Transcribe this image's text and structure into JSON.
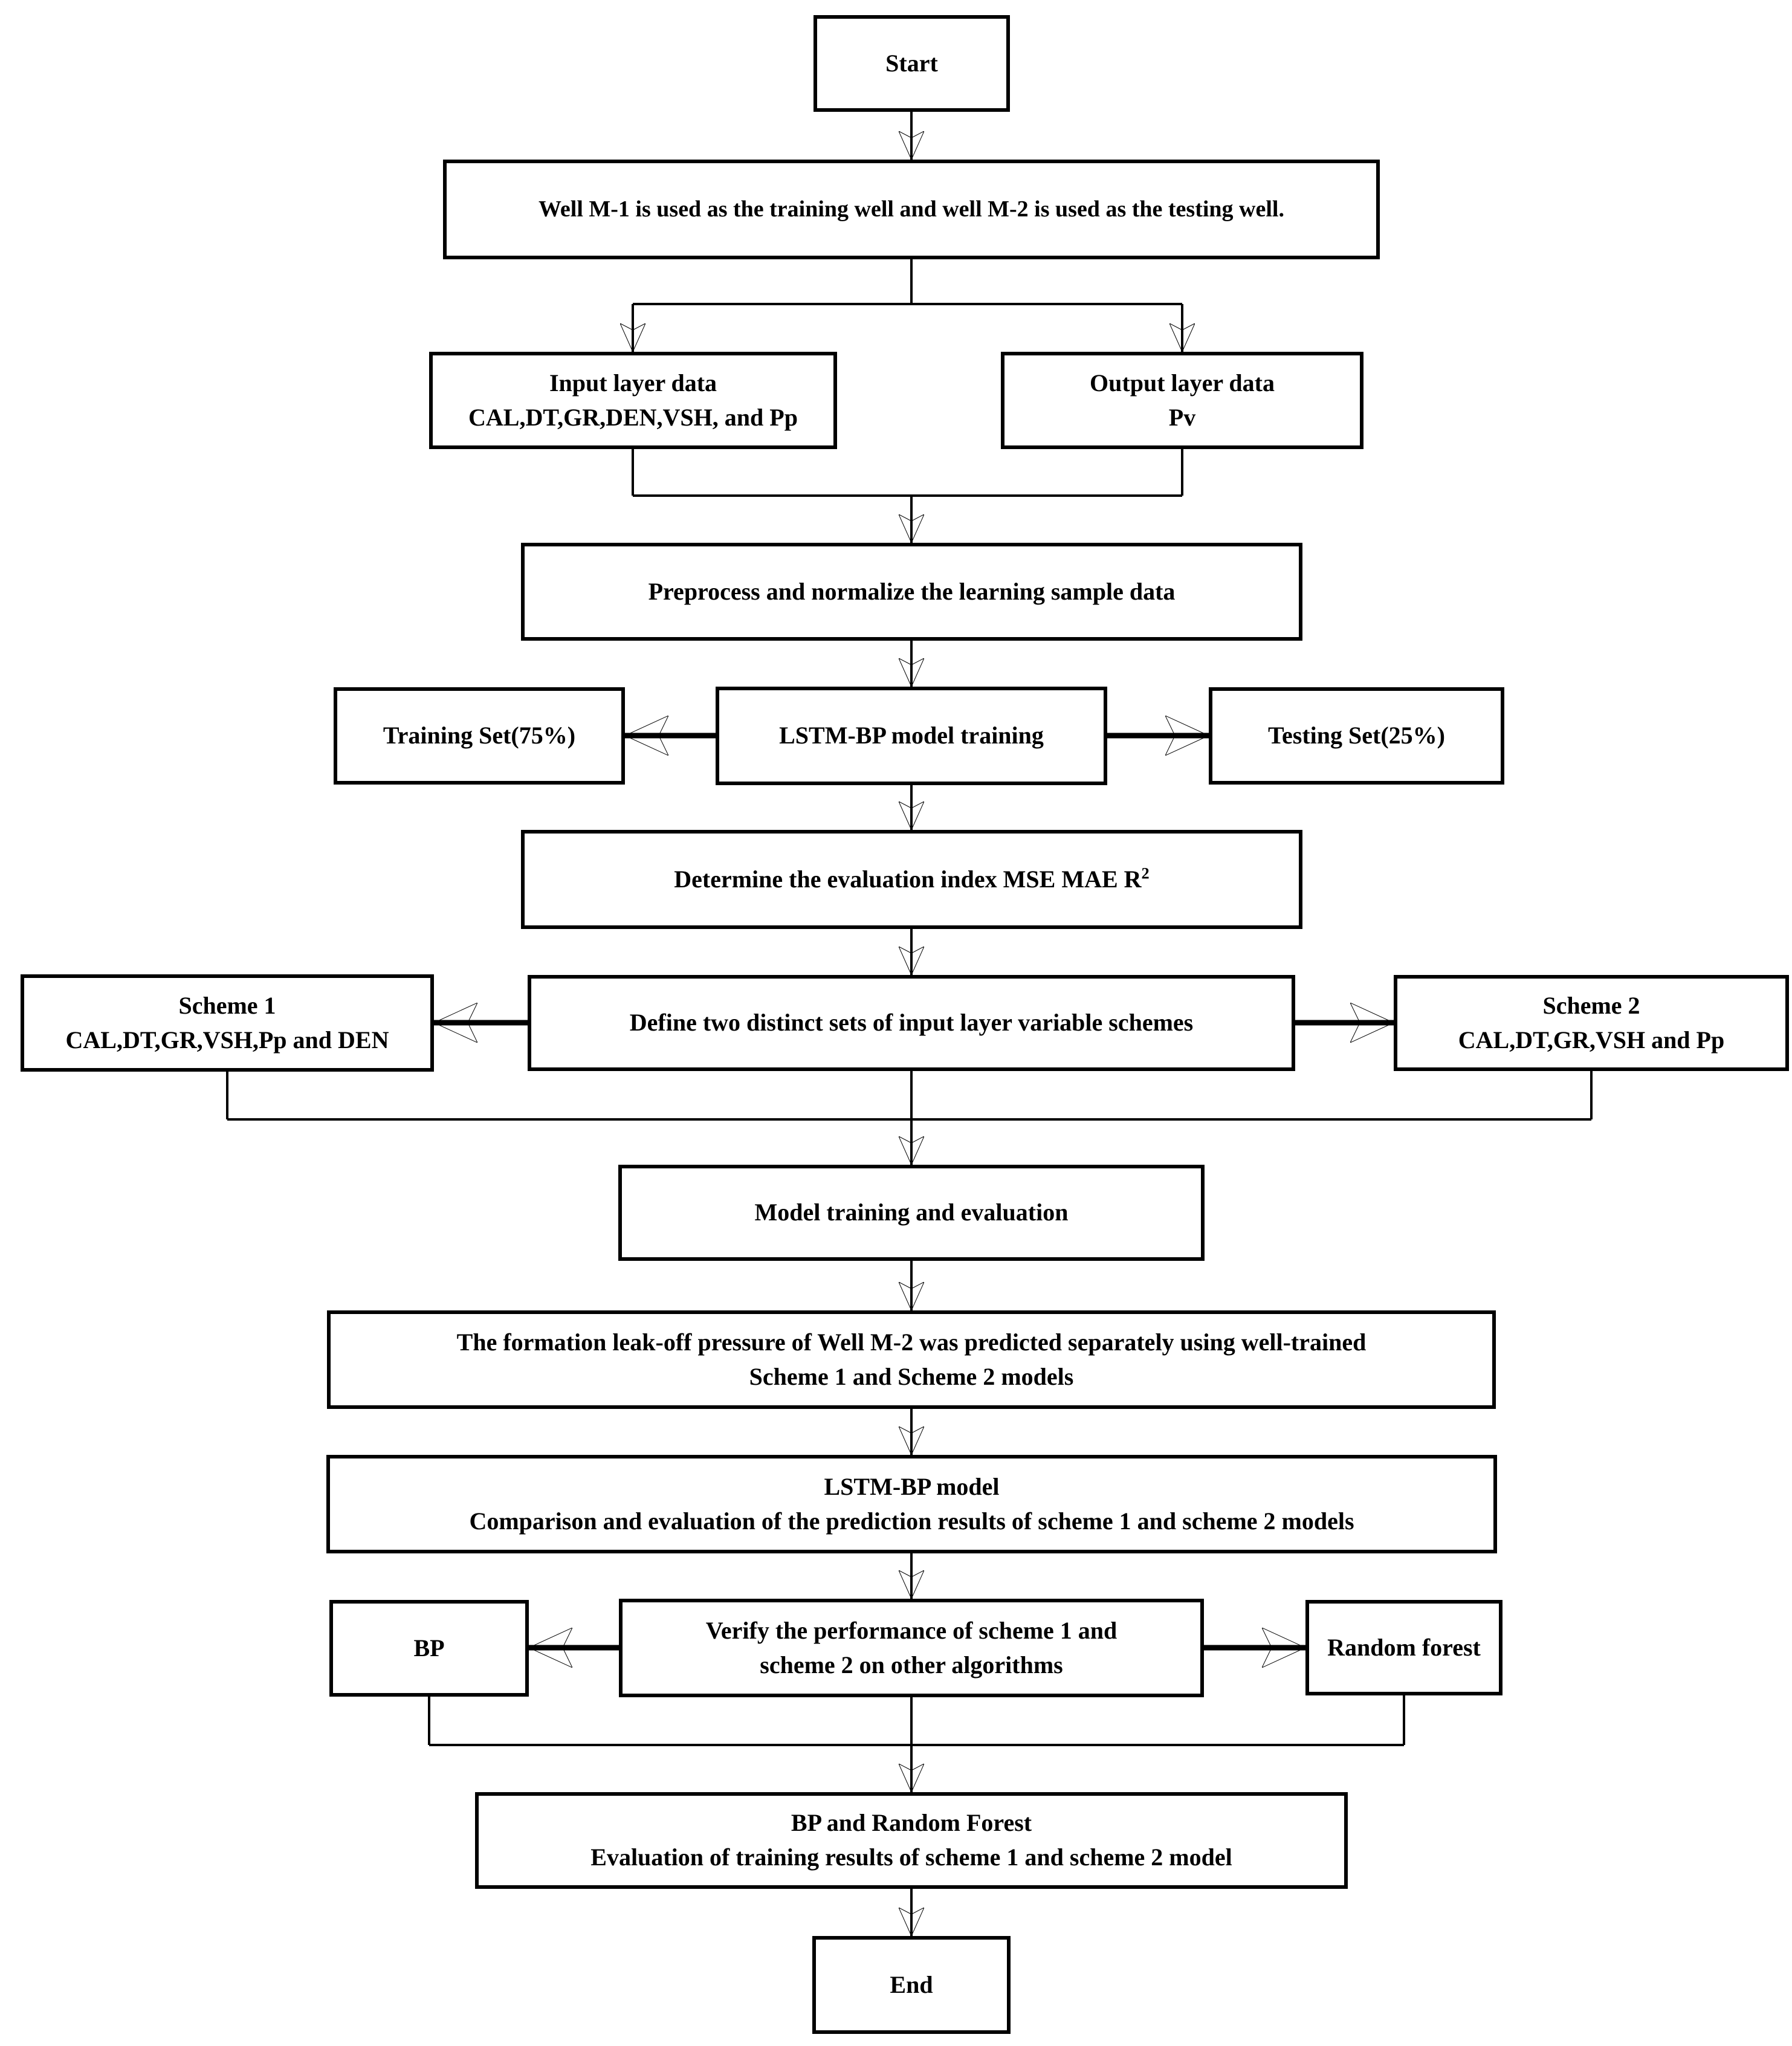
{
  "colors": {
    "line": "#000000",
    "background": "#ffffff",
    "text": "#000000"
  },
  "flowchart": {
    "nodes": {
      "start": {
        "label": "Start"
      },
      "well_assignment": {
        "label": "Well M-1 is used as the training well and well M-2 is used as the testing well."
      },
      "input_layer": {
        "line1": "Input layer data",
        "line2": "CAL,DT,GR,DEN,VSH, and Pp"
      },
      "output_layer": {
        "line1": "Output layer data",
        "line2": "Pv"
      },
      "preprocess": {
        "label": "Preprocess and normalize the learning sample data"
      },
      "training_set": {
        "label": "Training Set(75%)"
      },
      "lstm_training": {
        "label": "LSTM-BP model training"
      },
      "testing_set": {
        "label": "Testing Set(25%)"
      },
      "evaluation_index": {
        "label": "Determine the evaluation index MSE MAE R",
        "sup": "2"
      },
      "scheme_1": {
        "line1": "Scheme 1",
        "line2": "CAL,DT,GR,VSH,Pp and DEN"
      },
      "define_schemes": {
        "label": "Define two distinct sets of input layer variable schemes"
      },
      "scheme_2": {
        "line1": "Scheme 2",
        "line2": "CAL,DT,GR,VSH and Pp"
      },
      "model_training_evaluation": {
        "label": "Model training and evaluation"
      },
      "predict_leakoff": {
        "line1": "The formation leak-off pressure of Well M-2 was predicted separately using well-trained",
        "line2": "Scheme 1 and Scheme 2 models"
      },
      "lstm_comparison": {
        "line1": "LSTM-BP model",
        "line2": "Comparison and evaluation of the prediction results of scheme 1 and scheme 2 models"
      },
      "bp": {
        "label": "BP"
      },
      "verify_other_algorithms": {
        "line1": "Verify the performance of scheme 1 and",
        "line2": "scheme 2 on other algorithms"
      },
      "random_forest": {
        "label": "Random forest"
      },
      "bp_rf_evaluation": {
        "line1": "BP and Random Forest",
        "line2": "Evaluation of training results of scheme 1 and scheme 2 model"
      },
      "end": {
        "label": "End"
      }
    }
  }
}
